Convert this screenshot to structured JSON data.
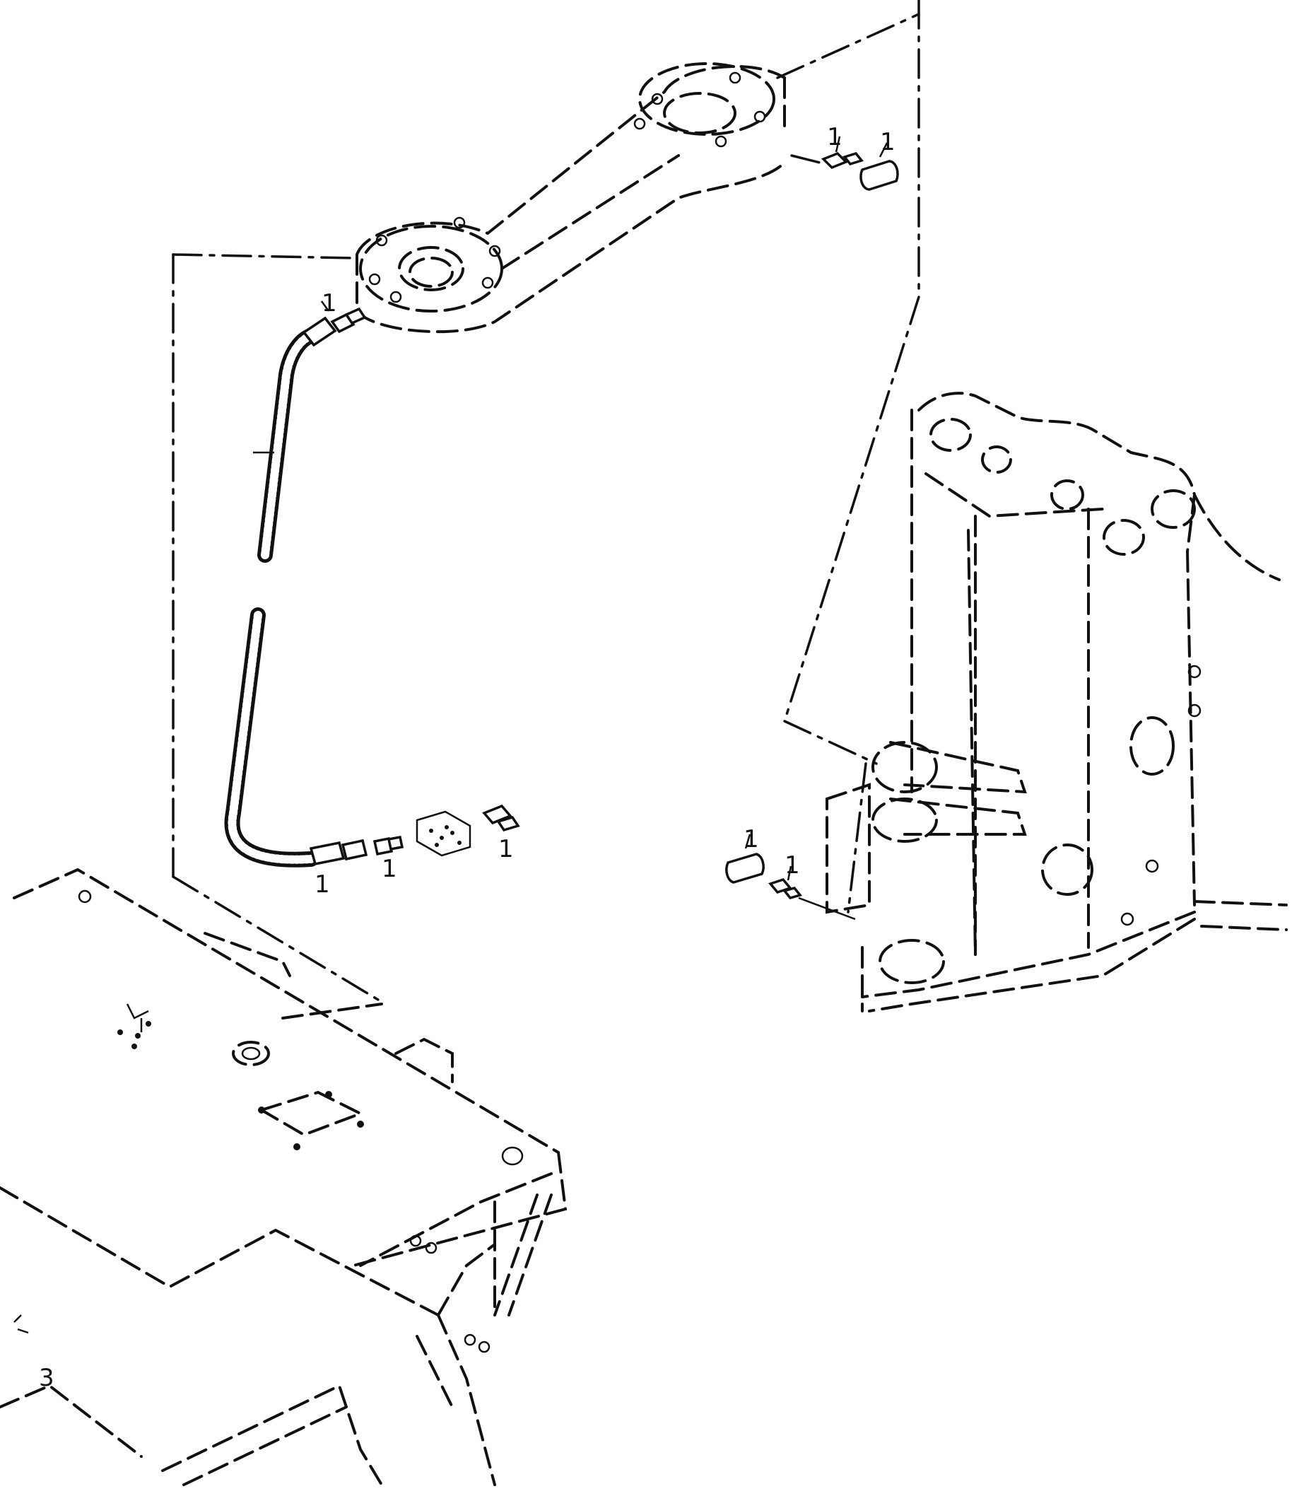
{
  "diagram": {
    "reference_numbers": [
      {
        "id": "callout-1",
        "text": "1"
      },
      {
        "id": "callout-2",
        "text": "1"
      },
      {
        "id": "callout-3",
        "text": "1"
      },
      {
        "id": "callout-4",
        "text": "1"
      },
      {
        "id": "callout-5",
        "text": "1"
      },
      {
        "id": "callout-6",
        "text": "1"
      },
      {
        "id": "callout-7",
        "text": "1"
      },
      {
        "id": "callout-8",
        "text": "1"
      },
      {
        "id": "callout-9",
        "text": "3"
      }
    ],
    "colors": {
      "line": "#111111",
      "background": "#ffffff"
    }
  }
}
